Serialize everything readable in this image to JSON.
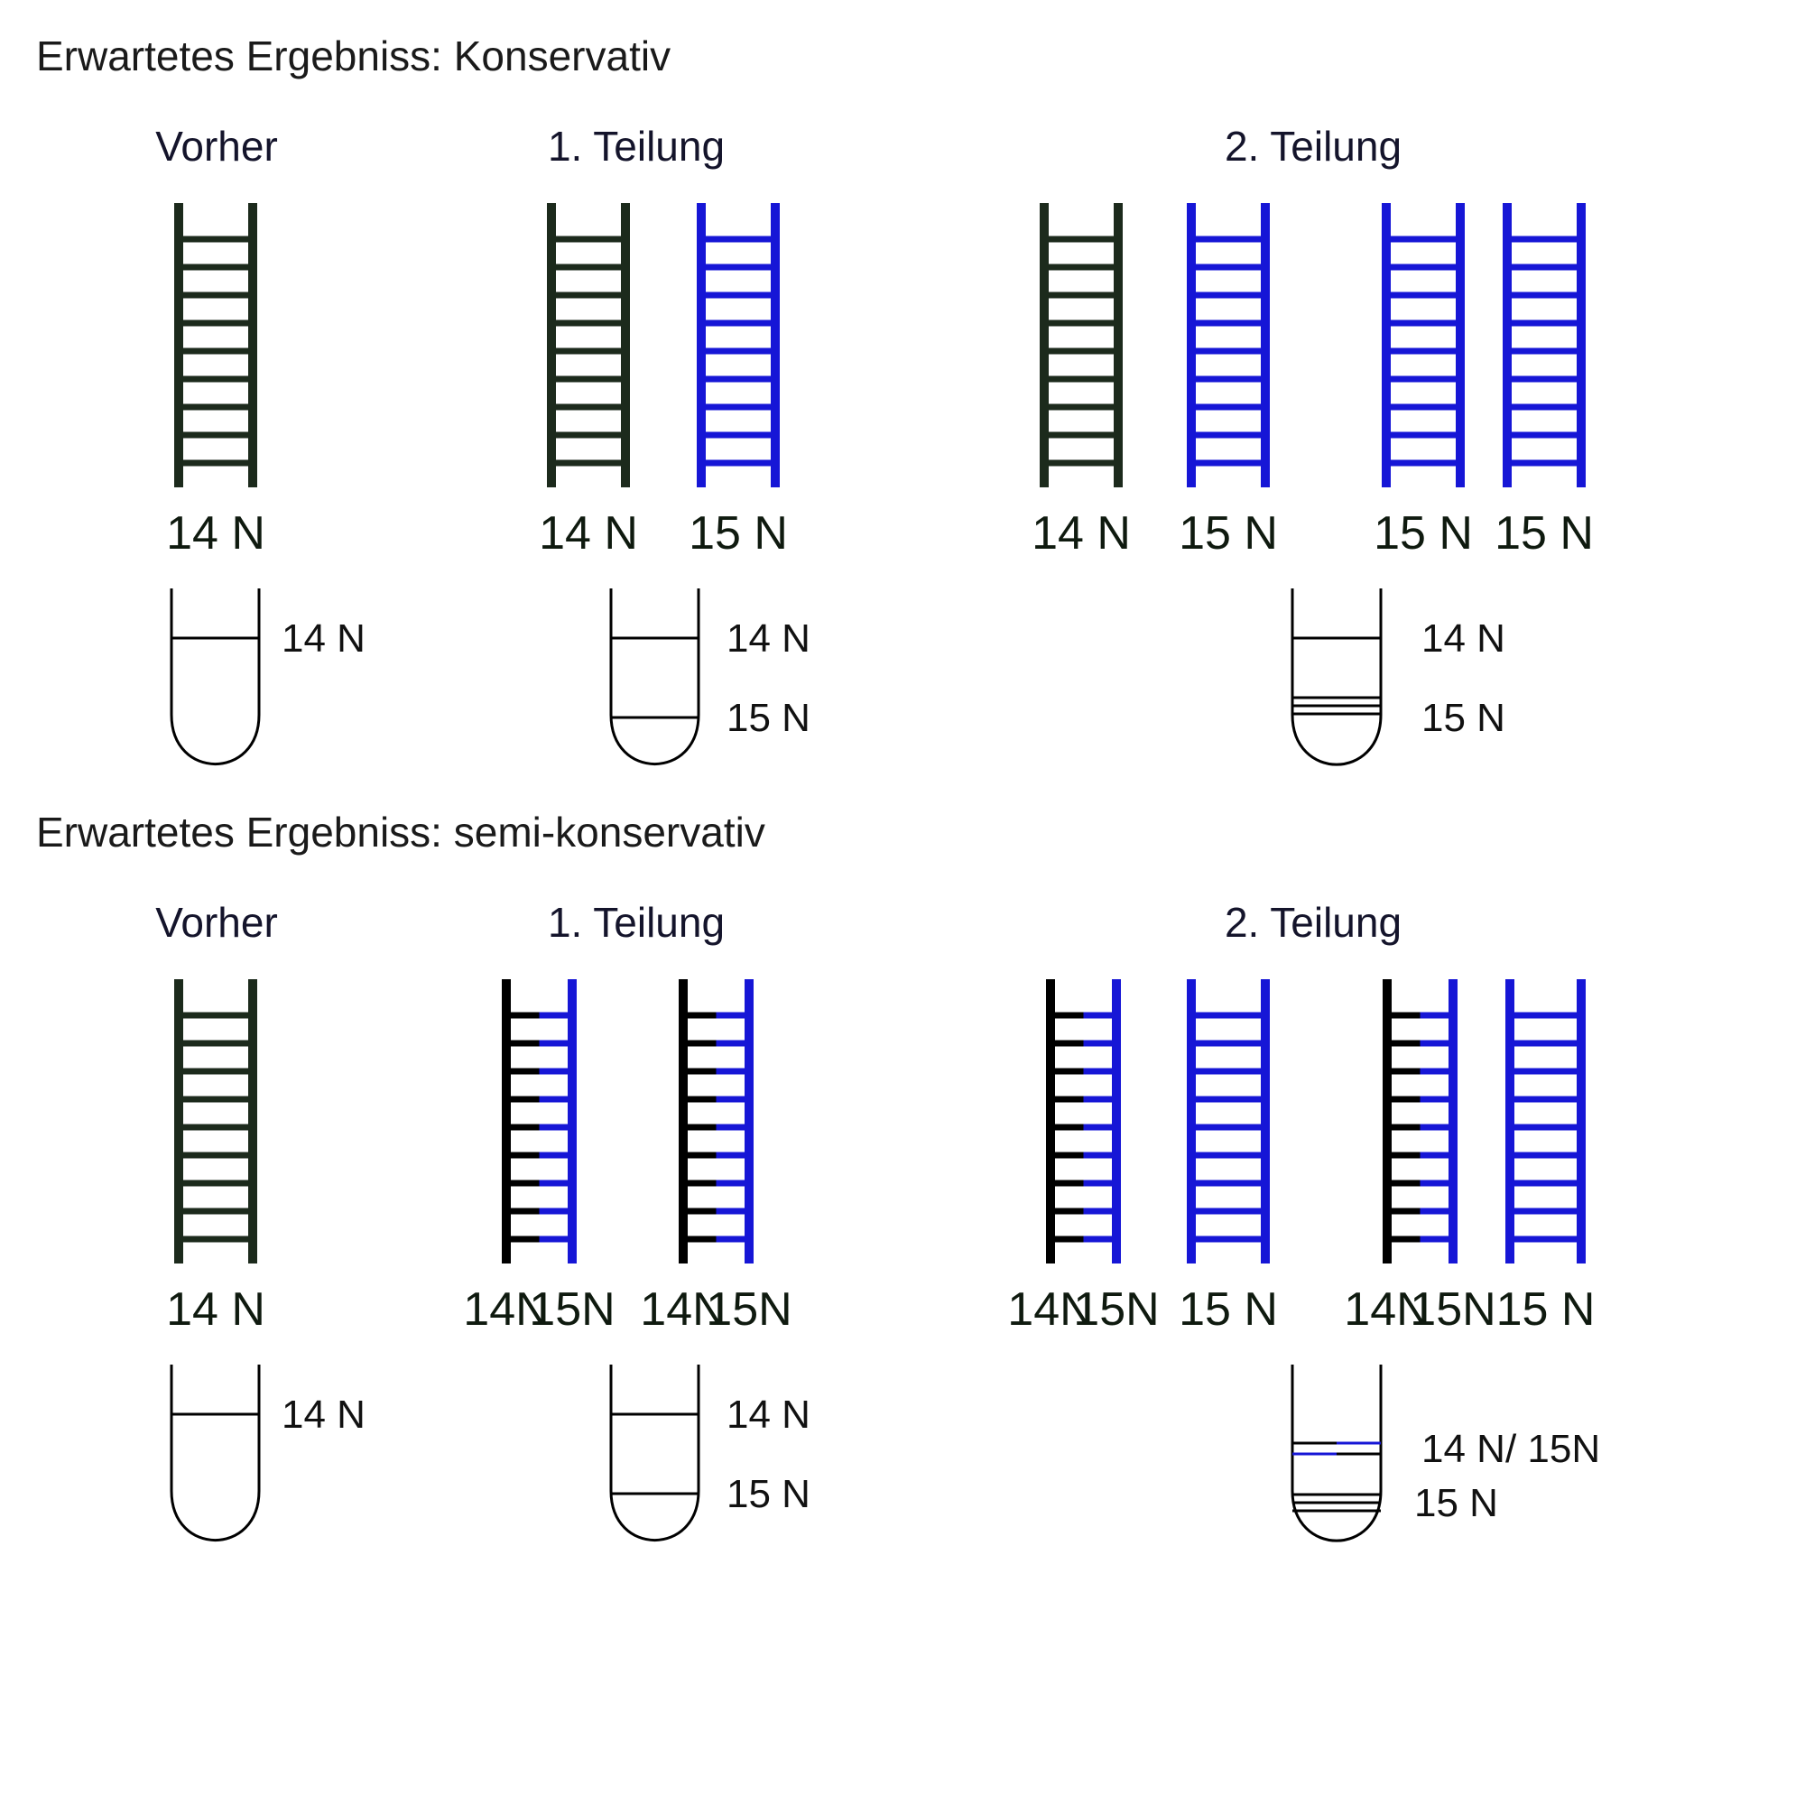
{
  "colors": {
    "dark_green": "#1c2a1c",
    "black": "#000000",
    "blue": "#1616d6"
  },
  "sections": [
    {
      "title": "Erwartetes Ergebniss: Konservativ",
      "columns": [
        {
          "title": "Vorher",
          "ladders": [
            {
              "strands": [
                "dark_green",
                "dark_green"
              ],
              "label": "14 N"
            }
          ],
          "tube": {
            "labels": [
              "14 N"
            ]
          }
        },
        {
          "title": "1. Teilung",
          "ladders": [
            {
              "strands": [
                "dark_green",
                "dark_green"
              ],
              "label": "14 N"
            },
            {
              "strands": [
                "blue",
                "blue"
              ],
              "label": "15 N"
            }
          ],
          "tube": {
            "labels": [
              "14 N",
              "15 N"
            ]
          }
        },
        {
          "title": "2. Teilung",
          "ladders": [
            {
              "strands": [
                "dark_green",
                "dark_green"
              ],
              "label": "14 N"
            },
            {
              "strands": [
                "blue",
                "blue"
              ],
              "label": "15 N"
            },
            {
              "strands": [
                "blue",
                "blue"
              ],
              "label": "15 N"
            },
            {
              "strands": [
                "blue",
                "blue"
              ],
              "label": "15 N"
            }
          ],
          "tube": {
            "labels": [
              "14 N",
              "15 N"
            ]
          }
        }
      ]
    },
    {
      "title": "Erwartetes Ergebniss: semi-konservativ",
      "columns": [
        {
          "title": "Vorher",
          "ladders": [
            {
              "strands": [
                "dark_green",
                "dark_green"
              ],
              "label": "14 N"
            }
          ],
          "tube": {
            "labels": [
              "14 N"
            ]
          }
        },
        {
          "title": "1. Teilung",
          "ladders": [
            {
              "strands": [
                "black",
                "blue"
              ],
              "label_left": "14N",
              "label_right": "15N"
            },
            {
              "strands": [
                "black",
                "blue"
              ],
              "label_left": "14N",
              "label_right": "15N"
            }
          ],
          "tube": {
            "labels": [
              "14 N",
              "15 N"
            ]
          }
        },
        {
          "title": "2. Teilung",
          "ladders": [
            {
              "strands": [
                "black",
                "blue"
              ],
              "label_left": "14N",
              "label_right": "15N"
            },
            {
              "strands": [
                "blue",
                "blue"
              ],
              "label": "15 N"
            },
            {
              "strands": [
                "black",
                "blue"
              ],
              "label_left": "14N",
              "label_right": "15N"
            },
            {
              "strands": [
                "blue",
                "blue"
              ],
              "label": "15 N"
            }
          ],
          "tube": {
            "labels": [
              "14 N/ 15N",
              "15 N"
            ]
          }
        }
      ]
    }
  ]
}
